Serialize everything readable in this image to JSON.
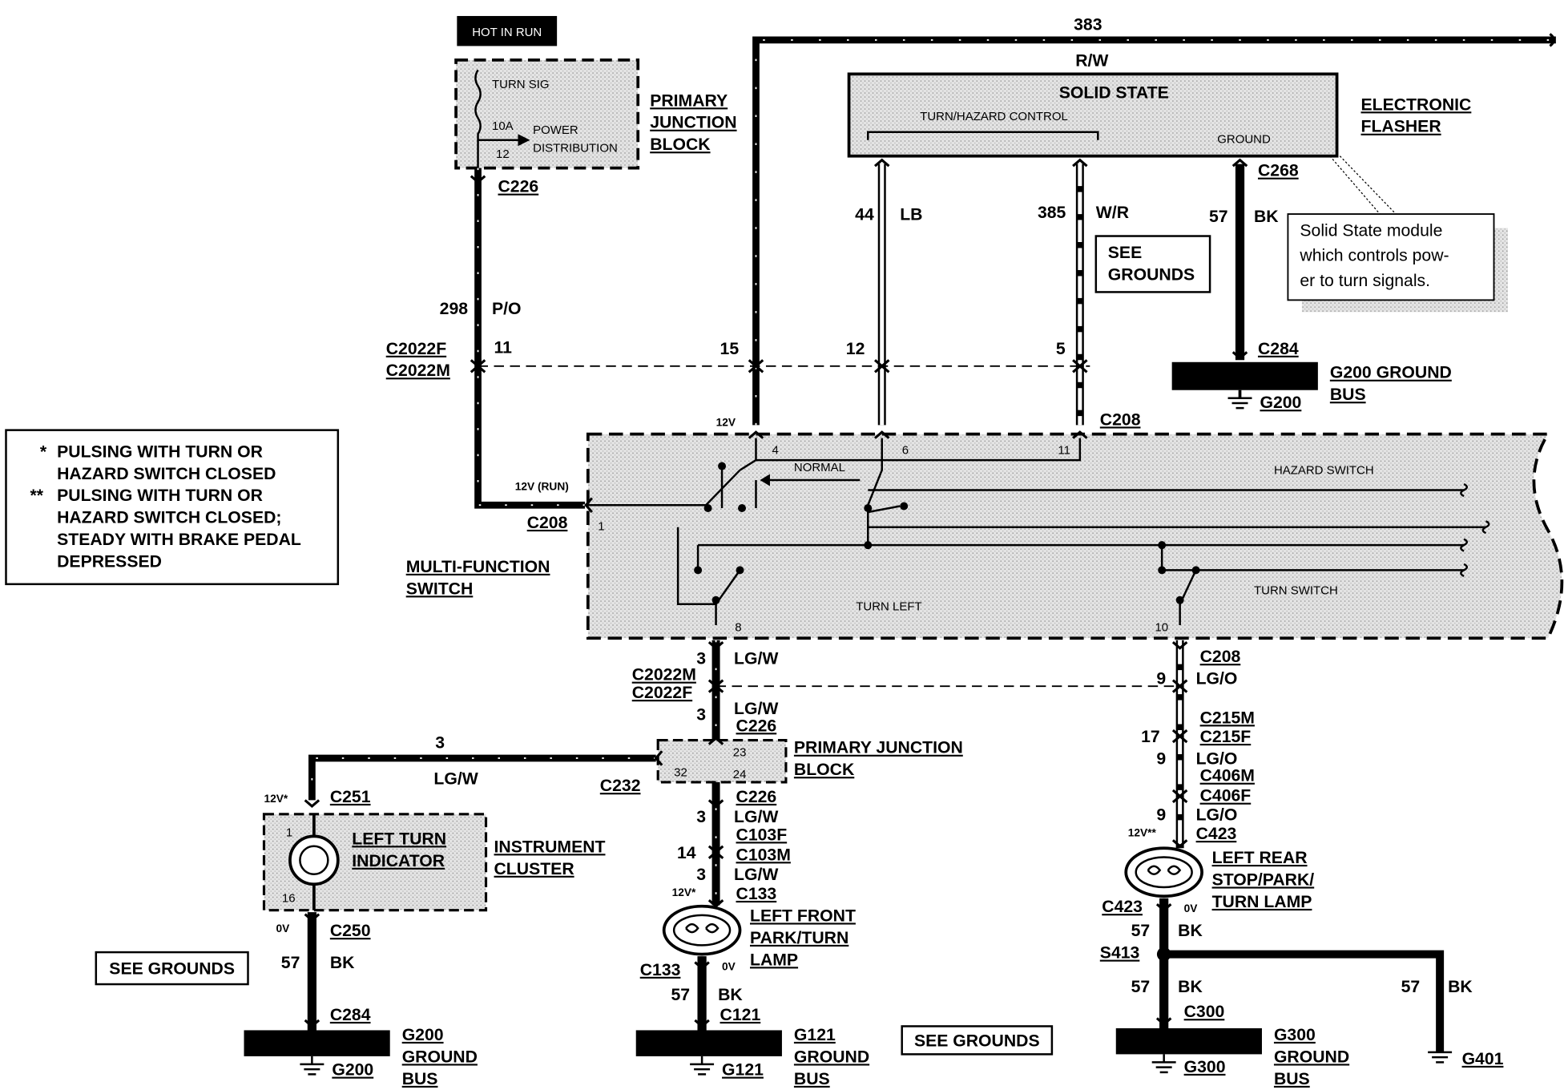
{
  "power": {
    "hot_in_run": "HOT IN RUN"
  },
  "pjb_top": {
    "turn_sig": "TURN SIG",
    "fuse": "10A",
    "fuse_pin": "12",
    "power_distribution_1": "POWER",
    "power_distribution_2": "DISTRIBUTION",
    "name_1": "PRIMARY",
    "name_2": "JUNCTION",
    "name_3": "BLOCK"
  },
  "flasher": {
    "title": "SOLID STATE",
    "control": "TURN/HAZARD CONTROL",
    "ground": "GROUND",
    "name_1": "ELECTRONIC",
    "name_2": "FLASHER",
    "callout_1": "Solid State module",
    "callout_2": "which controls pow-",
    "callout_3": "er to turn signals."
  },
  "legend": {
    "star": "*",
    "star2": "**",
    "line1": "PULSING WITH TURN OR",
    "line2": "HAZARD SWITCH CLOSED",
    "line3": "PULSING WITH TURN OR",
    "line4": "HAZARD SWITCH CLOSED;",
    "line5": "STEADY WITH BRAKE PEDAL",
    "line6": "DEPRESSED"
  },
  "mfs": {
    "name_1": "MULTI-FUNCTION",
    "name_2": "SWITCH",
    "hazard_switch": "HAZARD SWITCH",
    "turn_switch": "TURN SWITCH",
    "normal": "NORMAL",
    "turn_left": "TURN LEFT",
    "v12_run": "12V (RUN)",
    "v12": "12V",
    "pin_1": "1",
    "pin_4": "4",
    "pin_6": "6",
    "pin_11": "11",
    "pin_8": "8",
    "pin_10": "10"
  },
  "wires": {
    "c383": "383",
    "rw": "R/W",
    "c44": "44",
    "lb": "LB",
    "c385": "385",
    "wr": "W/R",
    "c57": "57",
    "bk": "BK",
    "c298": "298",
    "po": "P/O",
    "c3": "3",
    "lgw": "LG/W",
    "c9": "9",
    "lgo": "LG/O",
    "c17": "17",
    "c14": "14"
  },
  "connectors": {
    "c226": "C226",
    "c2022f": "C2022F",
    "c2022m": "C2022M",
    "c208": "C208",
    "c268": "C268",
    "c284": "C284",
    "c215m": "C215M",
    "c215f": "C215F",
    "c406m": "C406M",
    "c406f": "C406F",
    "c423": "C423",
    "c232": "C232",
    "c251": "C251",
    "c250": "C250",
    "c103f": "C103F",
    "c103m": "C103M",
    "c133": "C133",
    "c121": "C121",
    "c300": "C300",
    "s413": "S413",
    "pin_11": "11",
    "pin_15": "15",
    "pin_12": "12",
    "pin_5": "5",
    "pin_23": "23",
    "pin_24": "24",
    "pin_32": "32"
  },
  "grounds": {
    "see_grounds": "SEE GROUNDS",
    "see_1": "SEE",
    "see_2": "GROUNDS",
    "g200": "G200",
    "g200_bus_1": "G200 GROUND",
    "g200_bus_2": "BUS",
    "g121": "G121",
    "g121_1": "G121",
    "g121_2": "GROUND",
    "g121_3": "BUS",
    "g300": "G300",
    "g300_1": "G300",
    "g300_2": "GROUND",
    "g300_3": "BUS",
    "g401": "G401",
    "g200b_1": "G200",
    "g200b_2": "GROUND",
    "g200b_3": "BUS"
  },
  "bottom": {
    "pjb_1": "PRIMARY JUNCTION",
    "pjb_2": "BLOCK",
    "lti_1": "LEFT TURN",
    "lti_2": "INDICATOR",
    "ic_1": "INSTRUMENT",
    "ic_2": "CLUSTER",
    "lf_1": "LEFT FRONT",
    "lf_2": "PARK/TURN",
    "lf_3": "LAMP",
    "lr_1": "LEFT REAR",
    "lr_2": "STOP/PARK/",
    "lr_3": "TURN LAMP",
    "v12s": "12V*",
    "v12ss": "12V**",
    "v0": "0V",
    "pin1": "1",
    "pin16": "16"
  }
}
